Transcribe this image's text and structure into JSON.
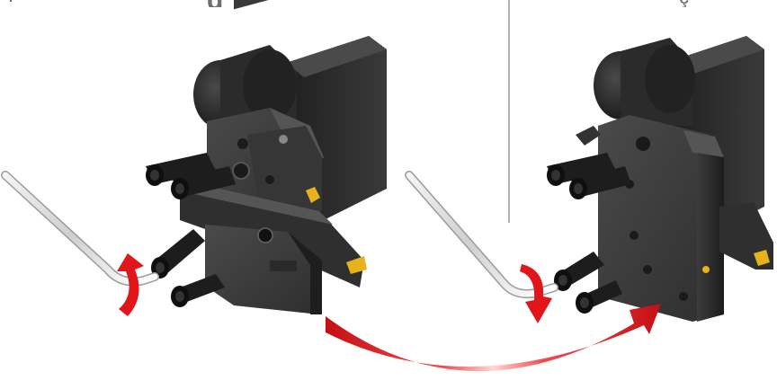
{
  "headings": {
    "left": "g",
    "right": "ç",
    "left_fragment": "ç"
  },
  "colors": {
    "tool_dark": "#2a2a2a",
    "tool_mid": "#3b3b3b",
    "tool_light": "#4e4e4e",
    "arrow_red": "#e0161b",
    "insert_gold": "#e8b21c",
    "divider": "#999999"
  },
  "icons": {
    "rotate_arrow_left": "curved-arrow-up-icon",
    "rotate_arrow_right": "curved-arrow-down-icon",
    "transition_arrow": "sweep-arrow-right-icon"
  }
}
